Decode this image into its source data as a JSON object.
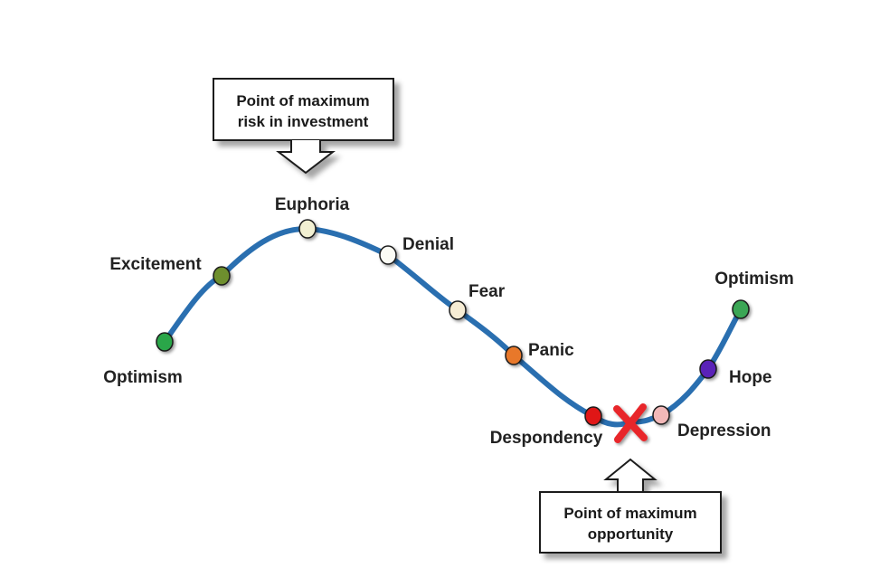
{
  "colors": {
    "curve": "#2a6fb0",
    "marker": "#e8262a",
    "background": "#ffffff"
  },
  "stages": [
    {
      "label": "Optimism",
      "color": "#2aa64a"
    },
    {
      "label": "Excitement",
      "color": "#6e8f2e"
    },
    {
      "label": "Euphoria",
      "color": "#f2f0d2"
    },
    {
      "label": "Denial",
      "color": "#fbfbf4"
    },
    {
      "label": "Fear",
      "color": "#f6ecd4"
    },
    {
      "label": "Panic",
      "color": "#e8782a"
    },
    {
      "label": "Despondency",
      "color": "#e01818"
    },
    {
      "label": "Depression",
      "color": "#f2b8b8"
    },
    {
      "label": "Hope",
      "color": "#5a20b8"
    },
    {
      "label": "Optimism",
      "color": "#3aa655"
    }
  ],
  "callouts": {
    "risk": {
      "line1": "Point of maximum",
      "line2": "risk in investment"
    },
    "opportunity": {
      "line1": "Point of maximum",
      "line2": "opportunity"
    }
  }
}
